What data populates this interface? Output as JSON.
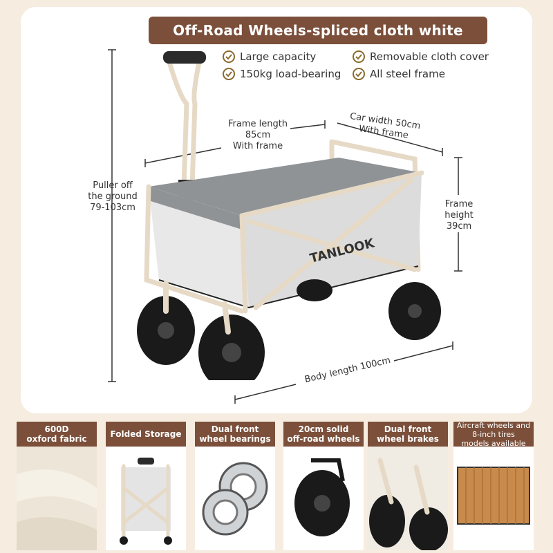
{
  "title": "Off-Road Wheels-spliced cloth white",
  "features": [
    "Large capacity",
    "Removable cloth cover",
    "150kg load-bearing",
    "All steel frame"
  ],
  "dimensions": {
    "frame_length": [
      "Frame length",
      "85cm",
      "With frame"
    ],
    "car_width": [
      "Car width 50cm",
      "With frame"
    ],
    "puller": [
      "Puller off",
      "the ground",
      "79-103cm"
    ],
    "frame_height": [
      "Frame",
      "height",
      "39cm"
    ],
    "body_length": "Body length 100cm"
  },
  "brand_logo": "TANLOOK",
  "tiles": [
    {
      "line1": "600D",
      "line2": "oxford fabric"
    },
    {
      "line1": "Folded Storage",
      "line2": ""
    },
    {
      "line1": "Dual front",
      "line2": "wheel bearings"
    },
    {
      "line1": "20cm solid",
      "line2": "off-road wheels"
    },
    {
      "line1": "Dual front",
      "line2": "wheel brakes"
    },
    {
      "line1": "Aircraft wheels and",
      "line2": "8-inch tires",
      "line3": "models available"
    }
  ],
  "colors": {
    "brown": "#7b4f3a",
    "frame": "#e6dac6",
    "fabric": "#d9d9d9",
    "tire": "#1a1a1a"
  }
}
